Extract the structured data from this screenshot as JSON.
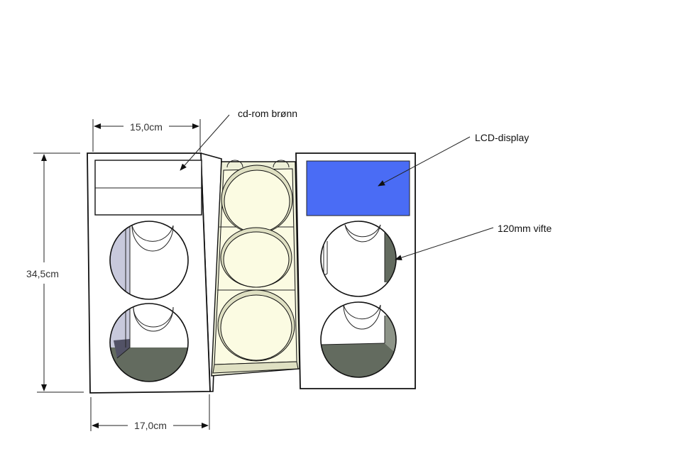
{
  "dimensions": {
    "top_width": "15,0cm",
    "bottom_width": "17,0cm",
    "height": "34,5cm"
  },
  "annotations": {
    "cdrom": "cd-rom brønn",
    "lcd": "LCD-display",
    "fan": "120mm vifte"
  },
  "colors": {
    "lcd_panel": "#4a6cf5",
    "dark_floor": "#636b5f",
    "lavender_side": "#c8c9dc",
    "cream_fill": "#fbfbe2",
    "cream_ring": "#dfe0c2",
    "line": "#111111"
  }
}
